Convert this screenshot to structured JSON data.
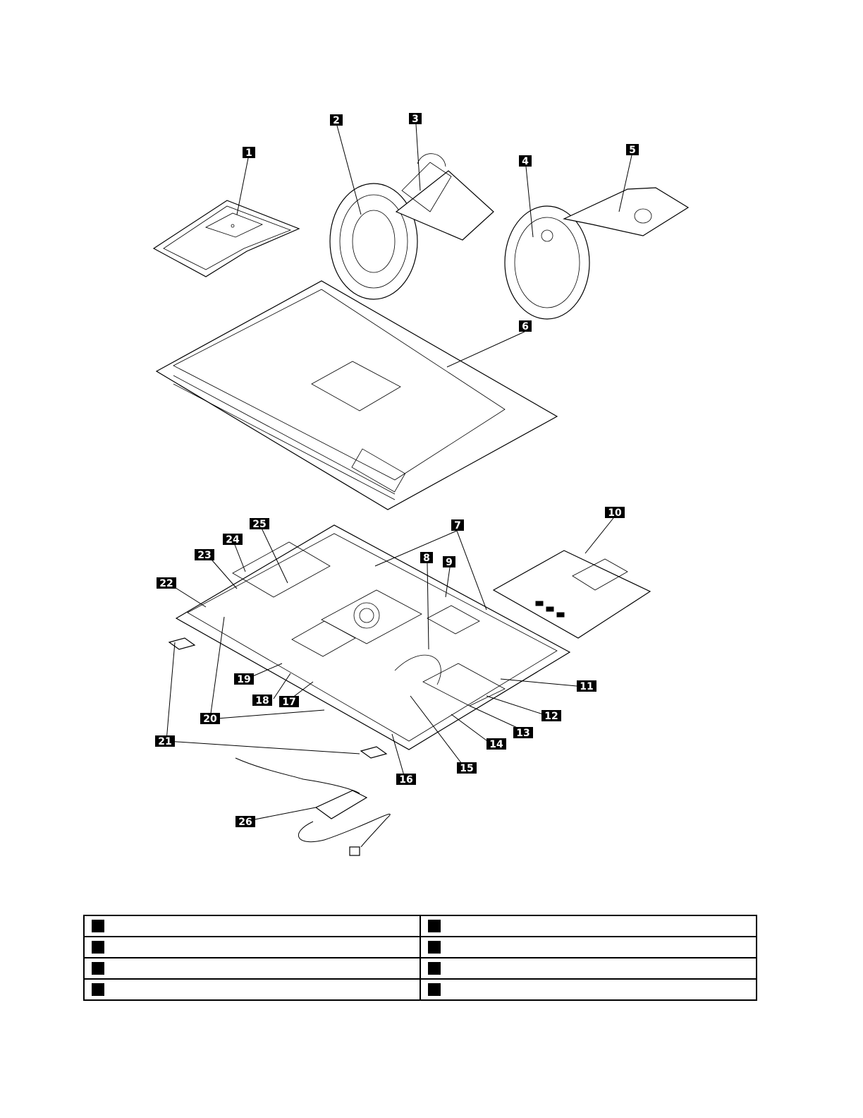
{
  "figure": {
    "callouts": [
      "1",
      "2",
      "3",
      "4",
      "5",
      "6",
      "7",
      "8",
      "9",
      "10",
      "11",
      "12",
      "13",
      "14",
      "15",
      "16",
      "17",
      "18",
      "19",
      "20",
      "21",
      "22",
      "23",
      "24",
      "25",
      "26"
    ]
  },
  "legend": {
    "rows": [
      {
        "left": "",
        "right": ""
      },
      {
        "left": "",
        "right": ""
      },
      {
        "left": "",
        "right": ""
      },
      {
        "left": "",
        "right": ""
      }
    ]
  }
}
